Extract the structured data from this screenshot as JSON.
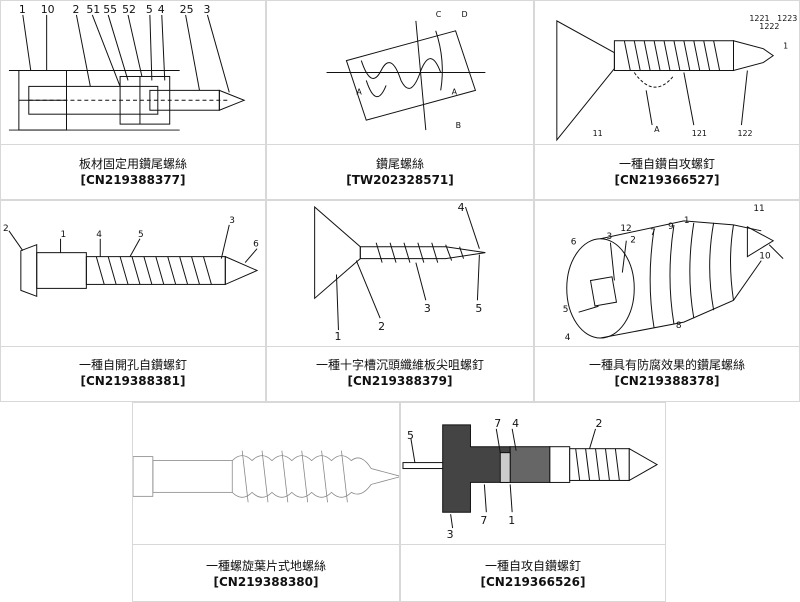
{
  "cards": [
    {
      "title": "板材固定用鑽尾螺絲",
      "number": "[CN219388377]"
    },
    {
      "title": "鑽尾螺絲",
      "number": "[TW202328571]"
    },
    {
      "title": "一種自鑽自攻螺釘",
      "number": "[CN219366527]"
    },
    {
      "title": "一種自開孔自鑽螺釘",
      "number": "[CN219388381]"
    },
    {
      "title": "一種十字槽沉頭纖維板尖咀螺釘",
      "number": "[CN219388379]"
    },
    {
      "title": "一種具有防腐效果的鑽尾螺絲",
      "number": "[CN219388378]"
    },
    {
      "title": "一種螺旋葉片式地螺絲",
      "number": "[CN219388380]"
    },
    {
      "title": "一種自攻自鑽螺釘",
      "number": "[CN219366526]"
    }
  ],
  "drawing_labels": {
    "d1": [
      "1",
      "10",
      "2",
      "51",
      "55",
      "52",
      "5",
      "4",
      "25",
      "3"
    ],
    "d2": [
      "A",
      "A",
      "B",
      "C",
      "D"
    ],
    "d3": [
      "1221",
      "1222",
      "1223",
      "1",
      "11",
      "A",
      "121",
      "122"
    ],
    "d4": [
      "2",
      "1",
      "4",
      "5",
      "3",
      "6"
    ],
    "d5": [
      "4",
      "1",
      "2",
      "3",
      "5"
    ],
    "d6": [
      "11",
      "6",
      "3",
      "12",
      "2",
      "7",
      "9",
      "1",
      "10",
      "5",
      "4",
      "8"
    ],
    "d8": [
      "5",
      "7",
      "4",
      "2",
      "3",
      "7",
      "1"
    ]
  }
}
